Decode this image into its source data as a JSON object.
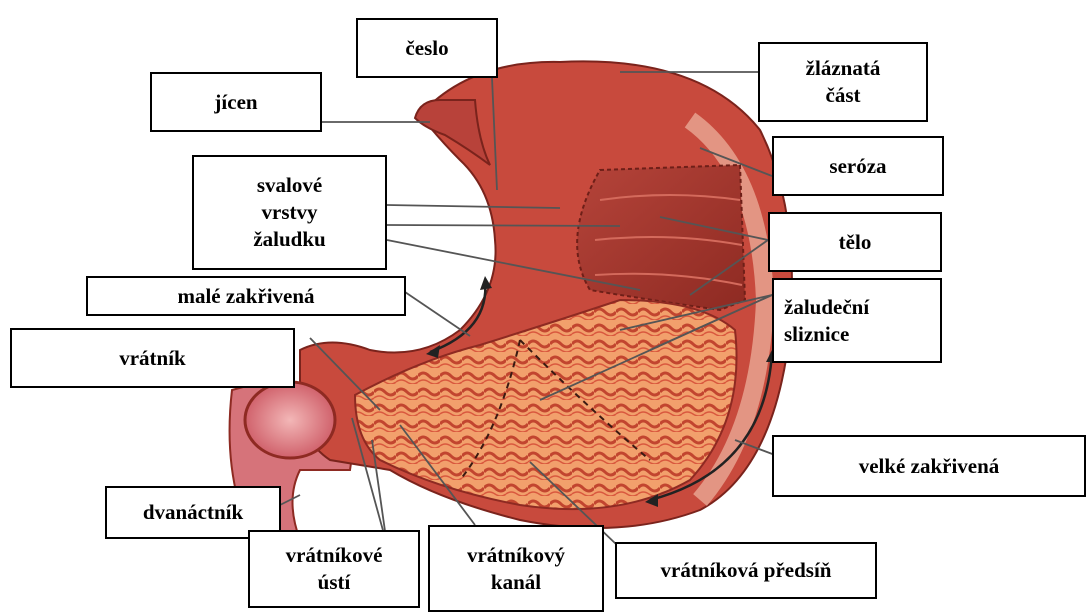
{
  "colors": {
    "stomach_outer": "#c84a3d",
    "stomach_dark": "#8e2a22",
    "muscle": "#b8423a",
    "mucosa": "#f2a06c",
    "folds": "#c2452f",
    "serosa_band": "#e7a28f",
    "pylorus": "#d9727a",
    "line": "#555555",
    "label_border": "#000000"
  },
  "labels": {
    "ceslo": "česlo",
    "jicen": "jícen",
    "zlaznata_cast": "žláznatá\nčást",
    "seroza": "seróza",
    "svalove_vrstvy": "svalové\nvrstvy\nžaludku",
    "telo": "tělo",
    "male_zakrivena": "malé zakřivená",
    "zaludecni_sliznice": "žaludeční\nsliznice",
    "vratnik": "vrátník",
    "velke_zakrivena": "velké zakřivená",
    "dvanactnik": "dvanáctník",
    "vratnikove_usti": "vrátníkové\nústí",
    "vratnikovy_kanal": "vrátníkový\nkanál",
    "vratnikova_predsin": "vrátníková předsíň"
  }
}
